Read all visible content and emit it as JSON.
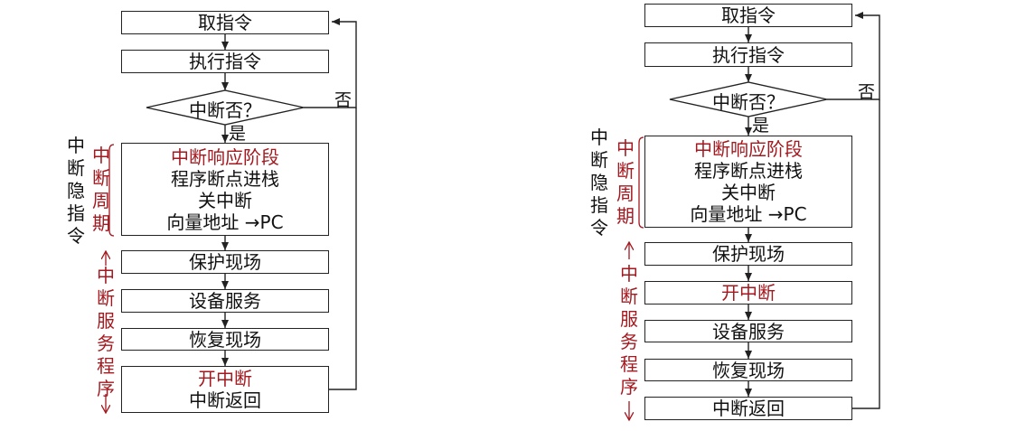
{
  "left": {
    "boxes": {
      "fetch": "取指令",
      "execute": "执行指令",
      "decision": "中断否？",
      "yes": "是",
      "no": "否",
      "response_title": "中断响应阶段",
      "response_lines": [
        "程序断点进栈",
        "关中断",
        "向量地址 →PC"
      ],
      "protect": "保护现场",
      "service": "设备服务",
      "restore": "恢复现场",
      "enable": "开中断",
      "return": "中断返回"
    },
    "labels": {
      "hidden_instruction": "中断隐指令",
      "cycle": "中断周期",
      "service_program": "中断服务程序"
    }
  },
  "right": {
    "boxes": {
      "fetch": "取指令",
      "execute": "执行指令",
      "decision": "中断否？",
      "yes": "是",
      "no": "否",
      "response_title": "中断响应阶段",
      "response_lines": [
        "程序断点进栈",
        "关中断",
        "向量地址 →PC"
      ],
      "protect": "保护现场",
      "enable": "开中断",
      "service": "设备服务",
      "restore": "恢复现场",
      "return": "中断返回"
    },
    "labels": {
      "hidden_instruction": "中断隐指令",
      "cycle": "中断周期",
      "service_program": "中断服务程序"
    }
  },
  "colors": {
    "accent_red": "#a3191f",
    "line": "#222222"
  }
}
